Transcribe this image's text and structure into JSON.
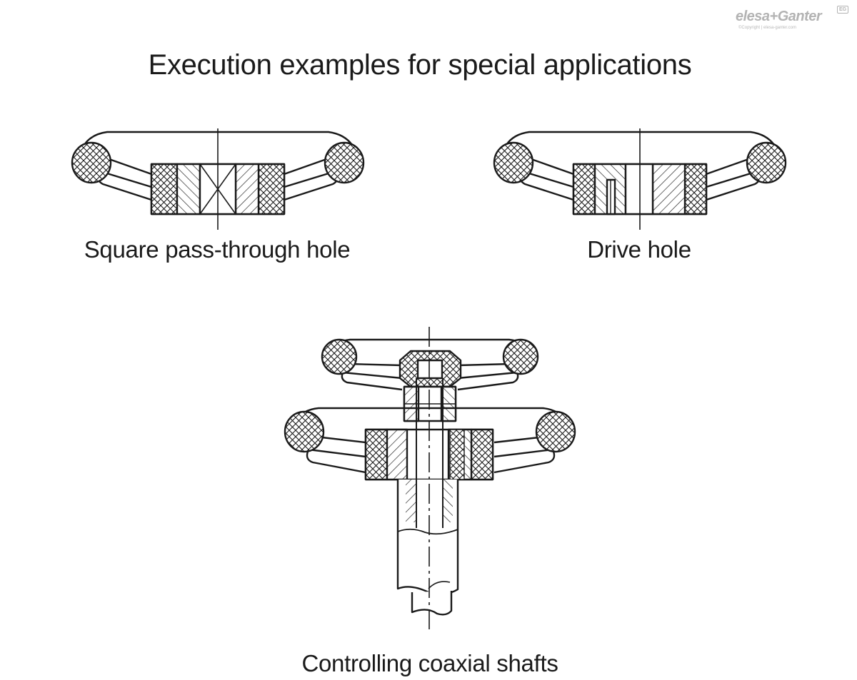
{
  "brand": {
    "logo_text": "elesa+Ganter",
    "badge_text": "EG",
    "copyright": "©Copyright | elesa-ganter.com"
  },
  "title": "Execution examples for special applications",
  "figures": [
    {
      "id": "square",
      "caption": "Square pass-through hole"
    },
    {
      "id": "drive",
      "caption": "Drive hole"
    },
    {
      "id": "coaxial",
      "caption": "Controlling coaxial shafts"
    }
  ],
  "colors": {
    "line": "#1a1a1a",
    "background": "#ffffff",
    "watermark": "#b3b3b3"
  }
}
